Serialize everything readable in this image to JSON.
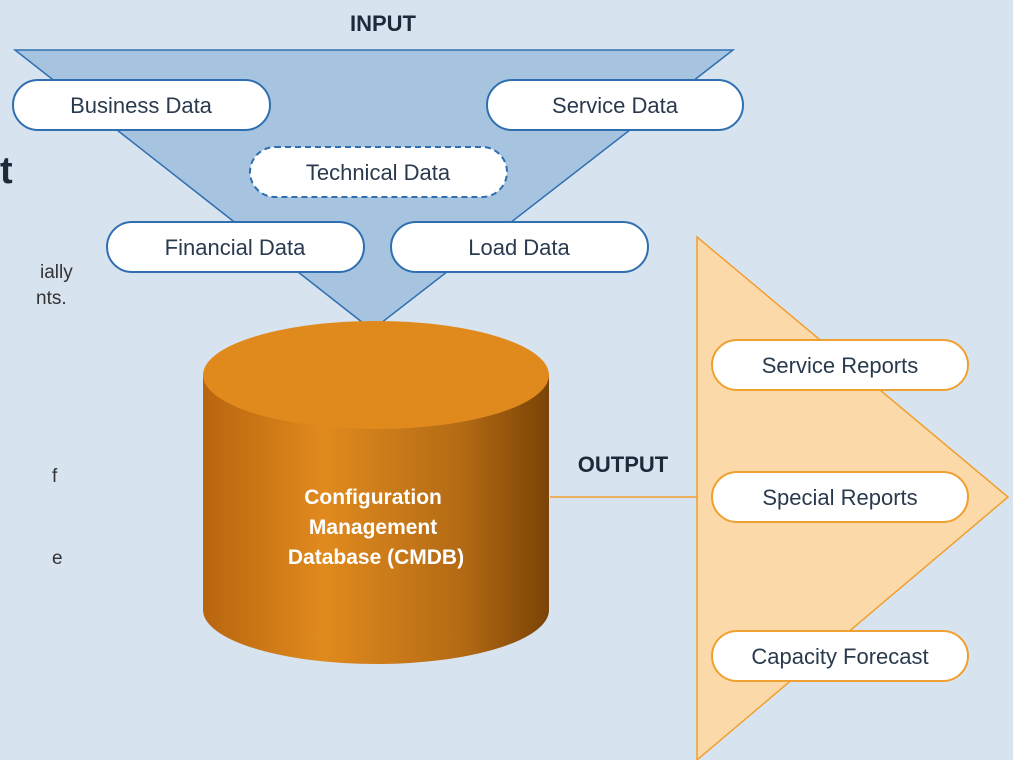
{
  "title_input": "INPUT",
  "title_output": "OUTPUT",
  "database_label": [
    "Configuration",
    "Management",
    "Database (CMDB)"
  ],
  "inputs": [
    "Business Data",
    "Service Data",
    "Technical Data",
    "Financial Data",
    "Load Data"
  ],
  "outputs": [
    "Service Reports",
    "Special Reports",
    "Capacity Forecast"
  ],
  "cropped_text": {
    "heading": "t",
    "lines": [
      "ially",
      "nts.",
      "f",
      "e"
    ]
  },
  "colors": {
    "background": "#d8e3f0",
    "funnel_fill": "#a6c3e0",
    "funnel_stroke": "#2f6fb0",
    "pill_border": "#2f6fb0",
    "cylinder": "#d9821a",
    "output_fill": "#fbd9a8",
    "output_stroke": "#f0a030"
  }
}
